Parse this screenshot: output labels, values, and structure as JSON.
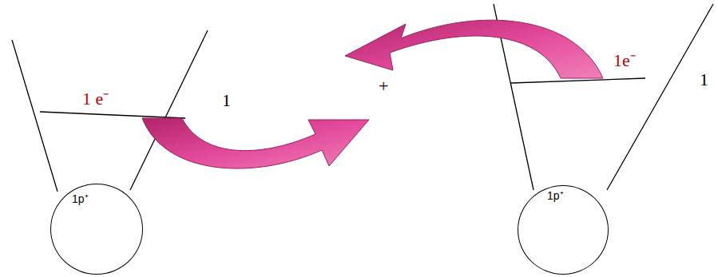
{
  "diagram": {
    "nodes": [
      {
        "text": [
          "1p⁺"
        ]
      },
      {
        "text": [
          "1p⁺"
        ]
      }
    ],
    "labels": [
      "1 e⁻",
      "1",
      "+",
      "1e⁻",
      "1"
    ]
  }
}
